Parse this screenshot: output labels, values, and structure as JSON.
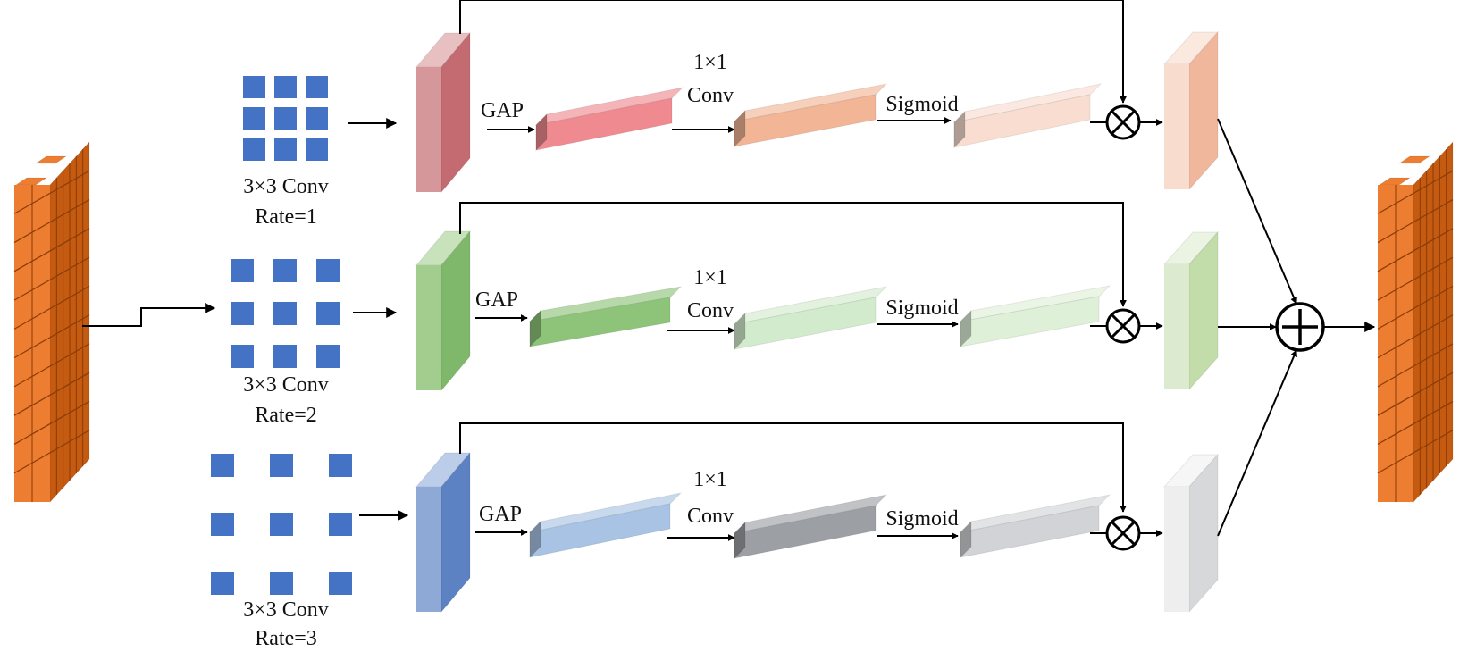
{
  "branches": [
    {
      "kernel_label": "3×3 Conv",
      "rate_label": "Rate=1",
      "gap_label": "GAP",
      "conv1_label": "1×1",
      "conv2_label": "Conv",
      "sigmoid_label": "Sigmoid",
      "colors": {
        "feature_front": "#d6979b",
        "feature_side": "#c46b72",
        "feature_top": "#e8c0c2",
        "bar1": "#ef8a90",
        "bar2": "#f2b596",
        "bar3": "#f9ddd0",
        "out_front": "#f8dccd",
        "out_side": "#f1b79c",
        "out_top": "#fbe9df"
      }
    },
    {
      "kernel_label": "3×3 Conv",
      "rate_label": "Rate=2",
      "gap_label": "GAP",
      "conv1_label": "1×1",
      "conv2_label": "Conv",
      "sigmoid_label": "Sigmoid",
      "colors": {
        "feature_front": "#a3cc8f",
        "feature_side": "#7fb86a",
        "feature_top": "#c8e2bb",
        "bar1": "#8ec47a",
        "bar2": "#d3ebcd",
        "bar3": "#dff0d8",
        "out_front": "#dcebd0",
        "out_side": "#c2dcaa",
        "out_top": "#ebf4e2"
      }
    },
    {
      "kernel_label": "3×3 Conv",
      "rate_label": "Rate=3",
      "gap_label": "GAP",
      "conv1_label": "1×1",
      "conv2_label": "Conv",
      "sigmoid_label": "Sigmoid",
      "colors": {
        "feature_front": "#8fa9d6",
        "feature_side": "#5d82c3",
        "feature_top": "#bccde9",
        "bar1": "#a9c3e4",
        "bar2": "#9c9fa4",
        "bar3": "#d2d3d6",
        "out_front": "#eeeeef",
        "out_side": "#d7d8da",
        "out_top": "#f6f6f7"
      }
    }
  ],
  "colors": {
    "kernel_cell": "#4472c4",
    "brick": "#ed7d31",
    "brick_side": "#c55a11",
    "brick_line": "#8a3c08",
    "line": "#000000"
  },
  "icons": {
    "multiply": "multiply-icon",
    "add": "add-icon"
  }
}
